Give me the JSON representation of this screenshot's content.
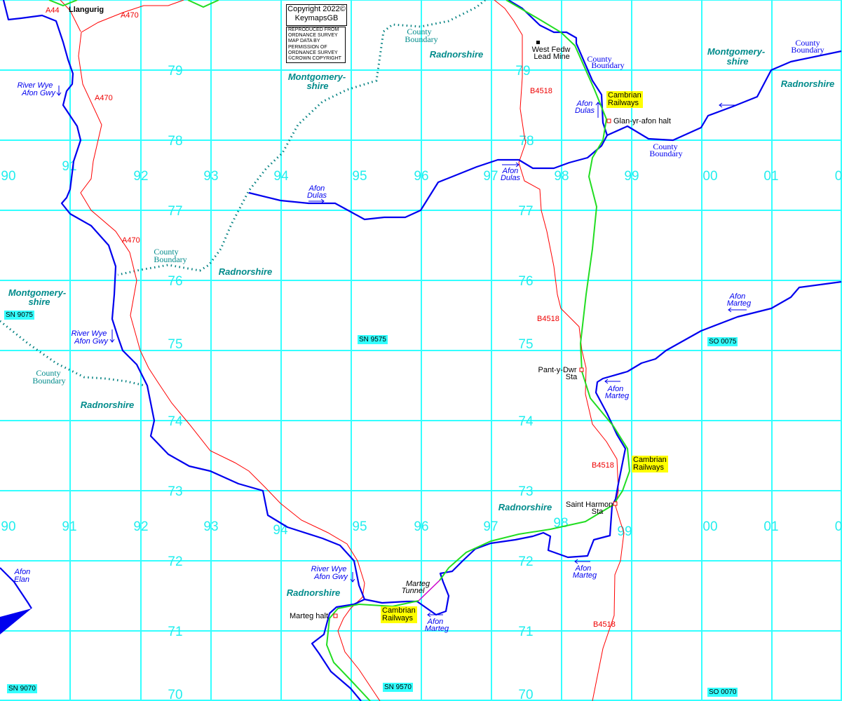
{
  "copyright": {
    "line1": "Copyright 2022©",
    "line2": "KeymapsGB"
  },
  "permission": [
    "REPRODUCED FROM",
    "ORDNANCE SURVEY",
    "MAP DATA BY",
    "PERMISSION OF",
    "ORDNANCE SURVEY",
    "©CROWN COPYRIGHT"
  ],
  "grid": {
    "eastings": [
      "90",
      "91",
      "92",
      "93",
      "94",
      "95",
      "96",
      "97",
      "98",
      "99",
      "00",
      "01",
      "0"
    ],
    "northings": [
      "79",
      "78",
      "77",
      "76",
      "75",
      "74",
      "73",
      "72",
      "71",
      "70"
    ]
  },
  "grid_refs": [
    "SN 9075",
    "SN 9575",
    "SO 0075",
    "SN 9070",
    "SN 9570",
    "SO 0070"
  ],
  "places": {
    "llangurig": "Llangurig",
    "west_fedw": [
      "West Fedw",
      "Lead Mine"
    ],
    "glan": "Glan-yr-afon halt",
    "pant": [
      "Pant-y-Dwr",
      "Sta"
    ],
    "saint_harmon": [
      "Saint Harmon",
      "Sta"
    ],
    "marteg_halt": "Marteg halt",
    "marteg_tunnel": [
      "Marteg",
      "Tunnel"
    ]
  },
  "roads": {
    "a44": "A44",
    "a470": "A470",
    "b4518": "B4518"
  },
  "rivers": {
    "wye": [
      "River Wye",
      "Afon Gwy"
    ],
    "dulas": [
      "Afon",
      "Dulas"
    ],
    "marteg": [
      "Afon",
      "Marteg"
    ],
    "elan": [
      "Afon",
      "Elan"
    ]
  },
  "railway": [
    "Cambrian",
    "Railways"
  ],
  "county_boundary": [
    "County",
    "Boundary"
  ],
  "counties": {
    "montgomery": [
      "Montgomery-",
      "shire"
    ],
    "radnor": "Radnorshire"
  },
  "colors": {
    "grid": "#33ffff",
    "river": "#0000ee",
    "road": "#ff0000",
    "railway": "#22dd22",
    "county": "#008080",
    "highlight": "#ffff00"
  }
}
